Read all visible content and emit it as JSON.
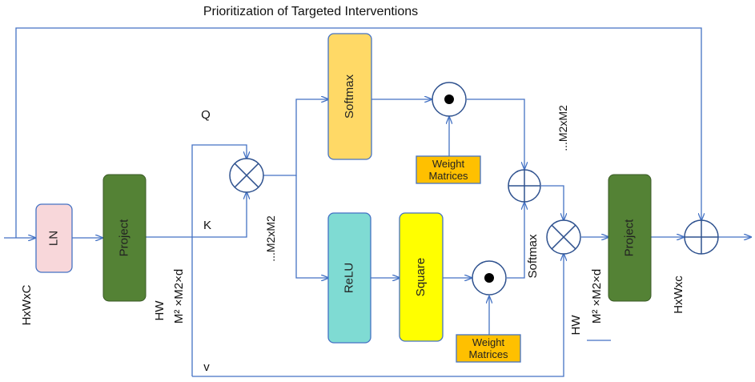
{
  "title": "Prioritization of Targeted Interventions",
  "blocks": {
    "ln": "LN",
    "project_1": "Project",
    "softmax_block": "Softmax",
    "relu": "ReLU",
    "square": "Square",
    "project_2": "Project"
  },
  "weight_matrices": {
    "top": [
      "Weight",
      "Matrices"
    ],
    "bottom": [
      "Weight",
      "Matrices"
    ]
  },
  "labels": {
    "q": "Q",
    "k": "K",
    "v": "v",
    "m2xm2_left": "...M2xM2",
    "m2xm2_right": "...M2xM2",
    "softmax_label": "Softmax",
    "hxwxc_in": "HxWxC",
    "hw_left": "HW",
    "dims_left": "M² ×M2×d",
    "hw_right": "HW",
    "dims_right": "M² ×M2×d",
    "hxwxc_out": "HxWxc"
  },
  "colors": {
    "ln": "#f8d7da",
    "project": "#548235",
    "softmax": "#ffd966",
    "relu": "#7fdbd3",
    "square": "#ffff00",
    "weight": "#ffc000",
    "wire": "#4472c4"
  }
}
